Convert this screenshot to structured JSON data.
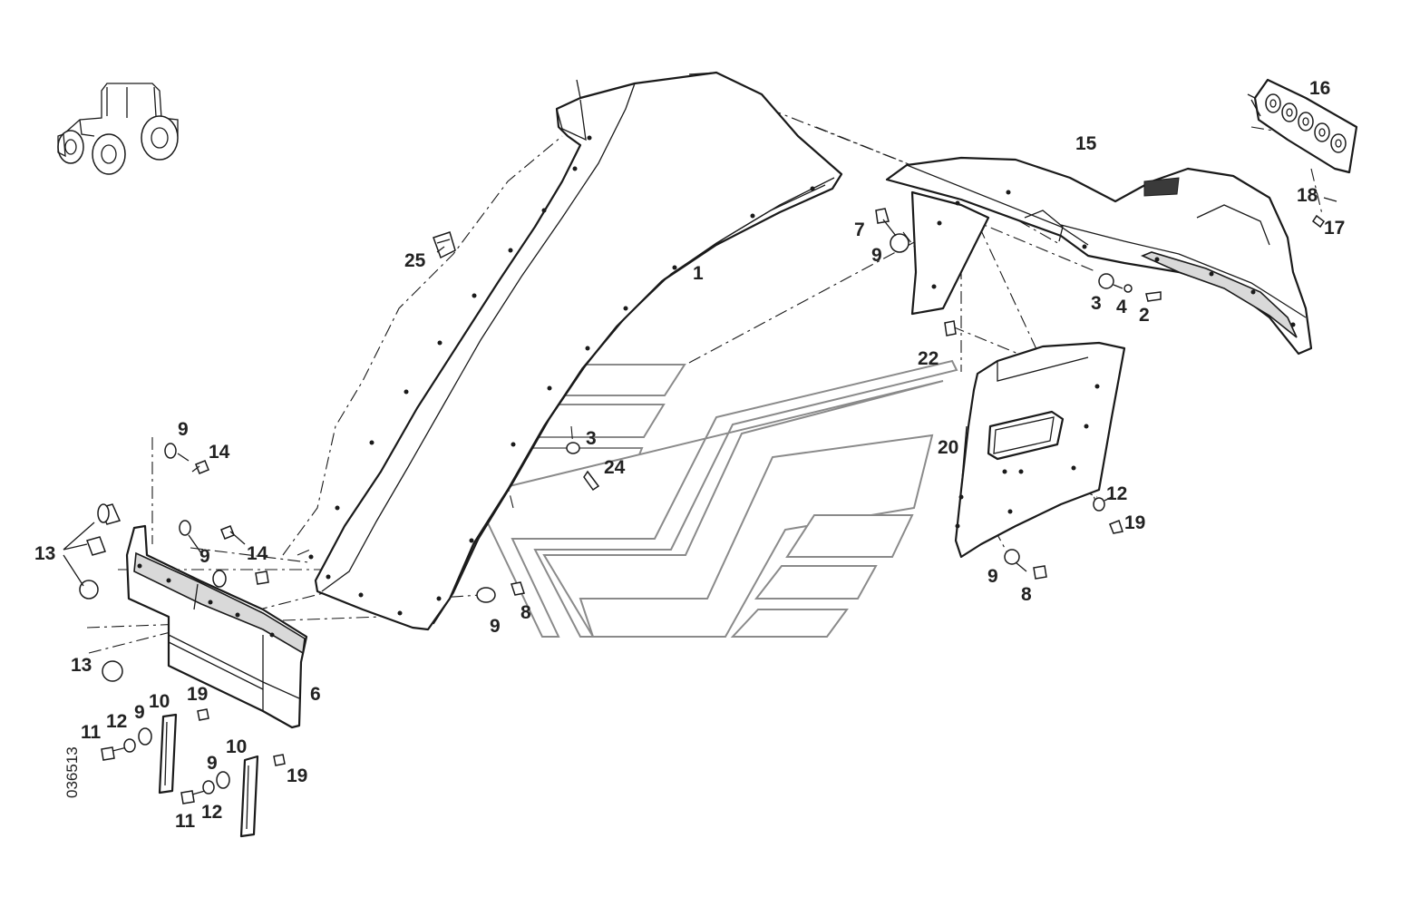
{
  "diagram": {
    "drawing_code": "036513",
    "callouts": {
      "c1": "1",
      "c2": "2",
      "c3a": "3",
      "c3b": "3",
      "c4": "4",
      "c6": "6",
      "c7": "7",
      "c8a": "8",
      "c8b": "8",
      "c9a": "9",
      "c9b": "9",
      "c9c": "9",
      "c9d": "9",
      "c9e": "9",
      "c9f": "9",
      "c9g": "9",
      "c10a": "10",
      "c10b": "10",
      "c11a": "11",
      "c11b": "11",
      "c12a": "12",
      "c12b": "12",
      "c12c": "12",
      "c13a": "13",
      "c13b": "13",
      "c14a": "14",
      "c14b": "14",
      "c15": "15",
      "c16": "16",
      "c17": "17",
      "c18": "18",
      "c19a": "19",
      "c19b": "19",
      "c19c": "19",
      "c20": "20",
      "c22": "22",
      "c24": "24",
      "c25": "25"
    }
  }
}
